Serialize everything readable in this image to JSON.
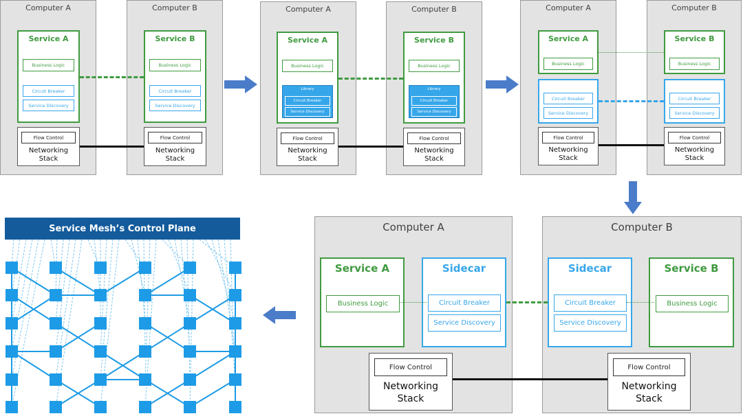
{
  "colors": {
    "green": "#3f9a3f",
    "blue": "#36a6ea",
    "arrow": "#4a7cc9",
    "banner": "#145b9c"
  },
  "labels": {
    "computer_a": "Computer A",
    "computer_b": "Computer B",
    "service_a": "Service A",
    "service_b": "Service B",
    "sidecar": "Sidecar",
    "business_logic": "Business Logic",
    "circuit_breaker": "Circuit Breaker",
    "service_discovery": "Service Discovery",
    "library": "Library",
    "flow_control": "Flow Control",
    "networking_stack_1": "Networking",
    "networking_stack_2": "Stack"
  },
  "control_plane": {
    "title": "Service Mesh’s Control Plane"
  },
  "arrows": [
    "arrow-right-icon",
    "arrow-right-icon",
    "arrow-down-icon",
    "arrow-left-icon"
  ]
}
